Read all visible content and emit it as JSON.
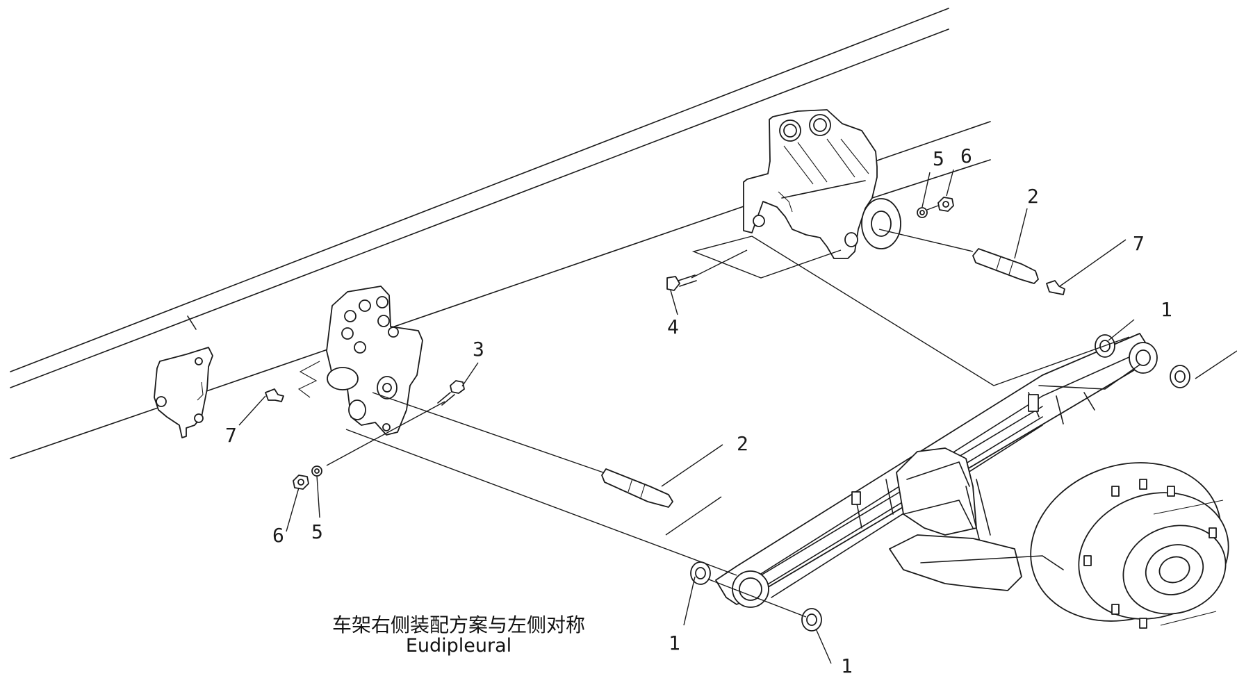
{
  "caption": {
    "chinese": "车架右侧装配方案与左侧对称",
    "english": "Eudipleural"
  },
  "callouts": {
    "c1a": "1",
    "c1b": "1",
    "c1c": "1",
    "c2a": "2",
    "c2b": "2",
    "c3": "3",
    "c4": "4",
    "c5a": "5",
    "c5b": "5",
    "c6a": "6",
    "c6b": "6",
    "c7a": "7",
    "c7b": "7"
  }
}
